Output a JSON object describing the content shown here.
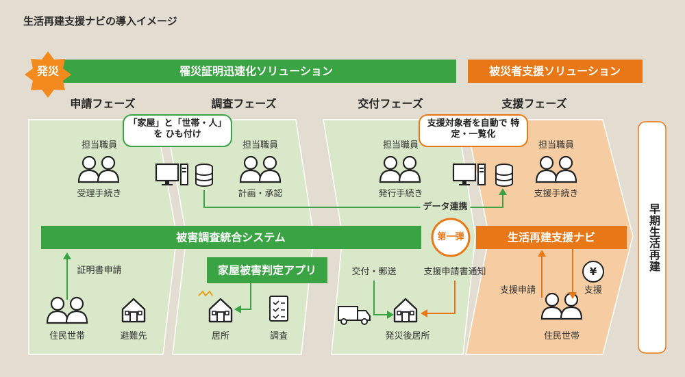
{
  "title": "生活再建支援ナビの導入イメージ",
  "burst_label": "発災",
  "bars": {
    "green": "罹災証明迅速化ソリューション",
    "orange": "被災者支援ソリューション",
    "system": "被害調査統合システム",
    "navi": "生活再建支援ナビ",
    "app": "家屋被害判定アプリ"
  },
  "phases": [
    "申請フェーズ",
    "調査フェーズ",
    "交付フェーズ",
    "支援フェーズ"
  ],
  "callouts": {
    "link": "「家屋」と「世帯・人」を ひも付け",
    "auto": "支援対象者を自動で 特定・一覧化"
  },
  "staff": "担当職員",
  "tasks": [
    "受理手続き",
    "計画・承認",
    "発行手続き",
    "支援手続き"
  ],
  "data_link": "データ連携",
  "first_badge": "第一弾",
  "labels": {
    "cert_request": "証明書申請",
    "residents": "住民世帯",
    "evac": "避難先",
    "residence": "居所",
    "survey": "調査",
    "delivery": "交付・郵送",
    "notice": "支援申請書通知",
    "post_residence": "発災後居所",
    "support_request": "支援申請",
    "support": "支援",
    "residents2": "住民世帯",
    "yen": "¥"
  },
  "final": "早期生活再建",
  "colors": {
    "green": "#3aa444",
    "lightgreen": "#d9e8c9",
    "orange": "#e87817",
    "lightorange": "#f6cda3",
    "burst": "#f28a1e"
  }
}
